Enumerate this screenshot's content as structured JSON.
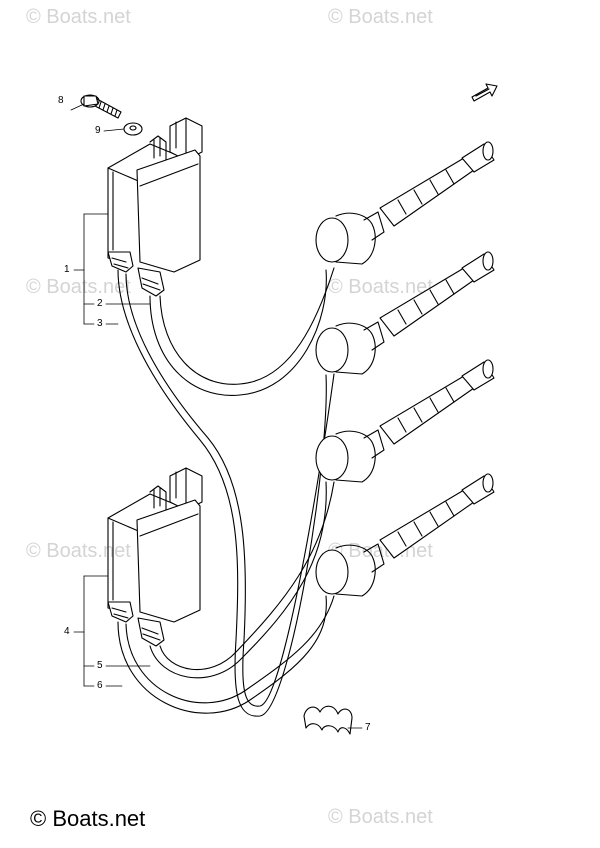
{
  "watermark": {
    "text": "© Boats.net"
  },
  "footer": {
    "text": "© Boats.net"
  },
  "callouts": [
    "1",
    "2",
    "3",
    "4",
    "5",
    "6",
    "7",
    "8",
    "9"
  ]
}
